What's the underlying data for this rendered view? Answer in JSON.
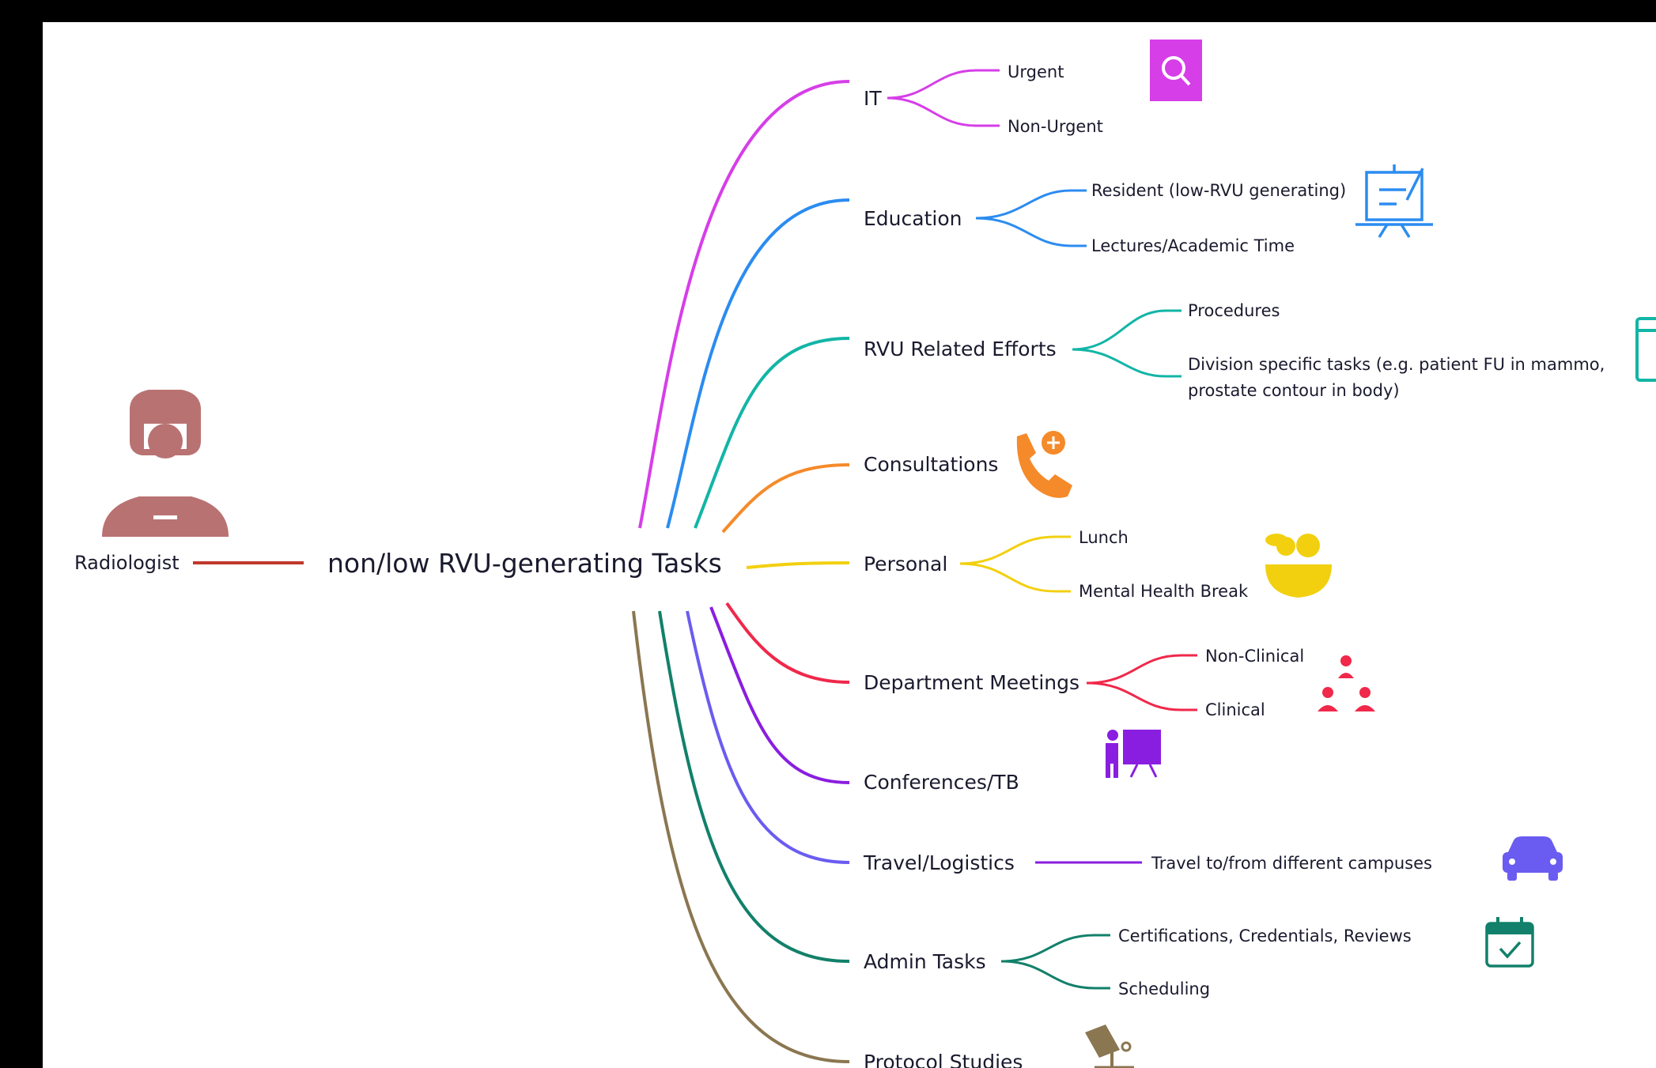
{
  "root": {
    "label": "Radiologist",
    "color": "#c0392b"
  },
  "center": {
    "label": "non/low RVU-generating Tasks"
  },
  "branches": [
    {
      "label": "IT",
      "color": "#d63ee8",
      "icon": "search-icon",
      "leaves": [
        "Urgent",
        "Non-Urgent"
      ]
    },
    {
      "label": "Education",
      "color": "#2b8cf0",
      "icon": "presentation-board-icon",
      "leaves": [
        "Resident (low-RVU generating)",
        "Lectures/Academic Time"
      ]
    },
    {
      "label": "RVU Related Efforts",
      "color": "#12b5a6",
      "icon": "calendar-icon",
      "leaves": [
        "Procedures",
        "Division specific tasks (e.g. patient FU in mammo,",
        "prostate contour in body)"
      ]
    },
    {
      "label": "Consultations",
      "color": "#f58a2a",
      "icon": "phone-call-icon",
      "leaves": []
    },
    {
      "label": "Personal",
      "color": "#f2d010",
      "icon": "salad-bowl-icon",
      "leaves": [
        "Lunch",
        "Mental Health Break"
      ]
    },
    {
      "label": "Department Meetings",
      "color": "#f0284a",
      "icon": "meeting-group-icon",
      "leaves": [
        "Non-Clinical",
        "Clinical"
      ]
    },
    {
      "label": "Conferences/TB",
      "color": "#8a1ee0",
      "icon": "presenter-icon",
      "leaves": []
    },
    {
      "label": "Travel/Logistics",
      "color": "#6a5cf0",
      "icon": "car-icon",
      "leaves": [
        "Travel to/from different campuses"
      ]
    },
    {
      "label": "Admin Tasks",
      "color": "#12806a",
      "icon": "calendar-check-icon",
      "leaves": [
        "Certifications, Credentials, Reviews",
        "Scheduling"
      ]
    },
    {
      "label": "Protocol Studies",
      "color": "#8a7650",
      "icon": "microscope-icon",
      "leaves": []
    }
  ]
}
